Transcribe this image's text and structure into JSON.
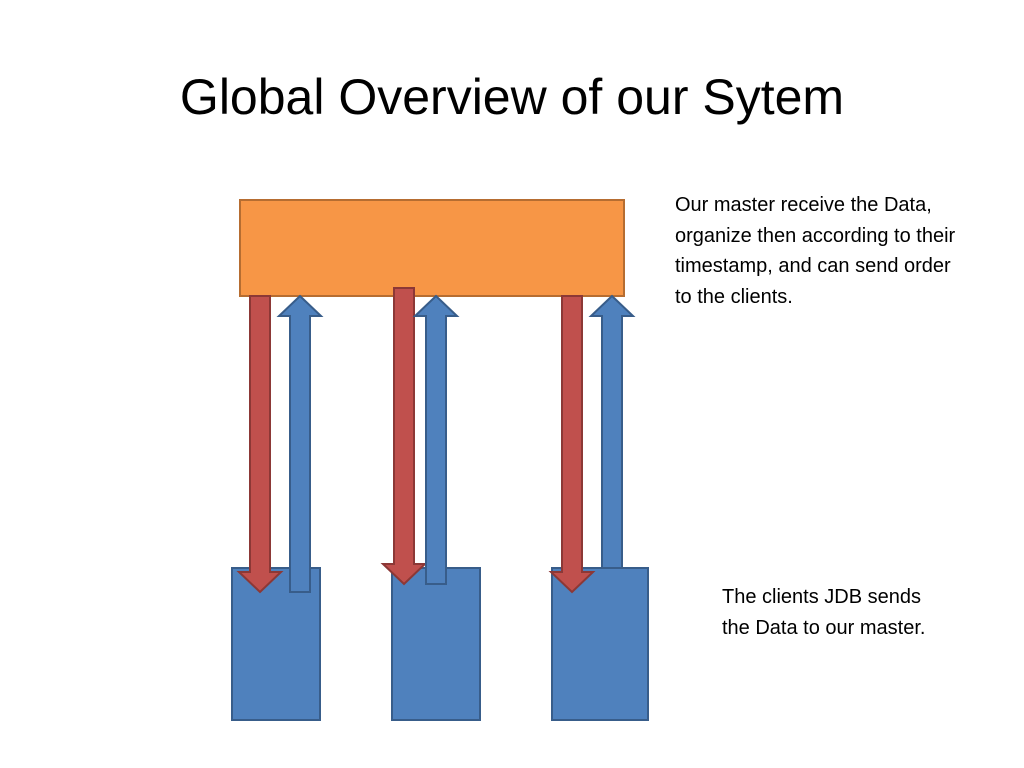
{
  "slide": {
    "title": "Global Overview of our Sytem"
  },
  "notes": {
    "master": "Our master receive the Data, organize then according to their timestamp, and can send order to the clients.",
    "clients": "The clients JDB sends the Data to our master."
  },
  "colors": {
    "master_fill": "#F79646",
    "master_stroke": "#B66D31",
    "client_fill": "#4F81BD",
    "client_stroke": "#385D8A",
    "down_arrow_fill": "#C0504D",
    "down_arrow_stroke": "#8C3836",
    "up_arrow_fill": "#4F81BD",
    "up_arrow_stroke": "#385D8A"
  }
}
